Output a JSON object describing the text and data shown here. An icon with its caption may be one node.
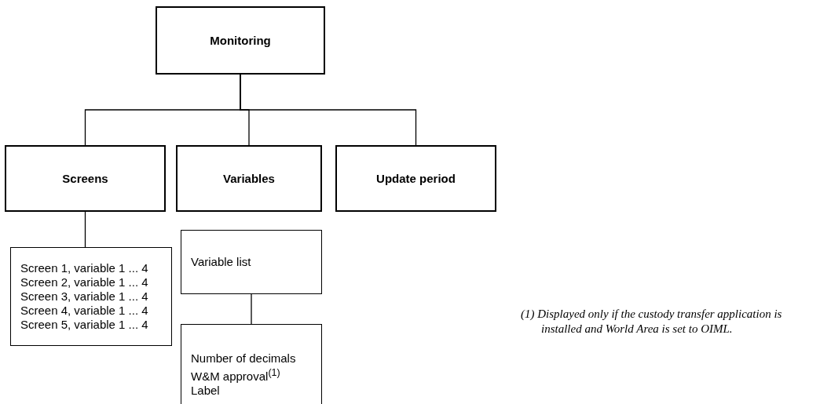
{
  "diagram": {
    "nodes": [
      {
        "text": [
          "Monitoring"
        ]
      },
      {
        "text": [
          "Screens"
        ]
      },
      {
        "text": [
          "Variables"
        ]
      },
      {
        "text": [
          "Update period"
        ]
      },
      {
        "text": [
          "Screen 1, variable 1 ... 4",
          "Screen 2, variable 1 ... 4",
          "Screen 3, variable 1 ... 4",
          "Screen 4, variable 1 ... 4",
          "Screen 5, variable 1 ... 4"
        ]
      },
      {
        "text": [
          "Variable list"
        ]
      },
      {
        "text": [
          "Number of decimals",
          "W&M approval$^{(1)}$",
          "Label"
        ]
      }
    ],
    "edges": [
      {
        "from": 0,
        "to": 1,
        "arrow": "none"
      },
      {
        "from": 0,
        "to": 2,
        "arrow": "none"
      },
      {
        "from": 0,
        "to": 3,
        "arrow": "none"
      },
      {
        "from": 1,
        "to": 4,
        "arrow": "none"
      },
      {
        "from": 5,
        "to": 6,
        "arrow": "none"
      }
    ],
    "labels": [
      "(1) Displayed only if the custody transfer application is installed and World Area is set to OIML."
    ]
  }
}
